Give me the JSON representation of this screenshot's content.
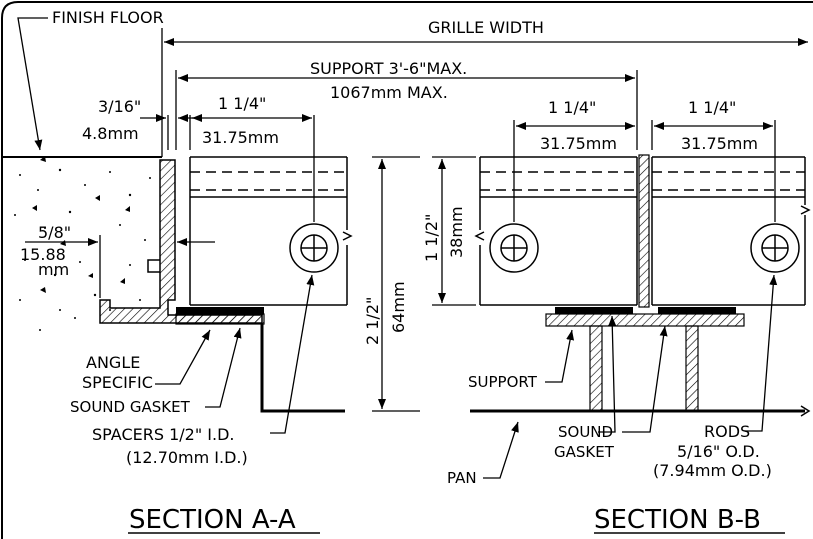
{
  "labels": {
    "finish_floor": "FINISH FLOOR",
    "grille_width": "GRILLE WIDTH",
    "support_max_imperial": "SUPPORT 3'-6\"MAX.",
    "support_max_metric": "1067mm MAX.",
    "gap_imperial": "3/16\"",
    "gap_metric": "4.8mm",
    "bar_spacing_a_imperial": "1 1/4\"",
    "bar_spacing_a_metric": "31.75mm",
    "bar_spacing_b1_imperial": "1 1/4\"",
    "bar_spacing_b1_metric": "31.75mm",
    "bar_spacing_b2_imperial": "1 1/4\"",
    "bar_spacing_b2_metric": "31.75mm",
    "depth_imperial": "5/8\"",
    "depth_metric_1": "15.88",
    "depth_metric_2": "mm",
    "bar_height_imperial": "1 1/2\"",
    "bar_height_metric": "38mm",
    "total_height_imperial": "2 1/2\"",
    "total_height_metric": "64mm",
    "angle_1": "ANGLE",
    "angle_2": "SPECIFIC",
    "sound_gasket_a": "SOUND GASKET",
    "spacers_imperial": "SPACERS 1/2\" I.D.",
    "spacers_metric": "(12.70mm I.D.)",
    "support": "SUPPORT",
    "sound_gasket_b_1": "SOUND",
    "sound_gasket_b_2": "GASKET",
    "rods_1": "RODS",
    "rods_2": "5/16\" O.D.",
    "rods_3": "(7.94mm O.D.)",
    "pan": "PAN",
    "section_a": "SECTION A-A",
    "section_b": "SECTION B-B"
  }
}
